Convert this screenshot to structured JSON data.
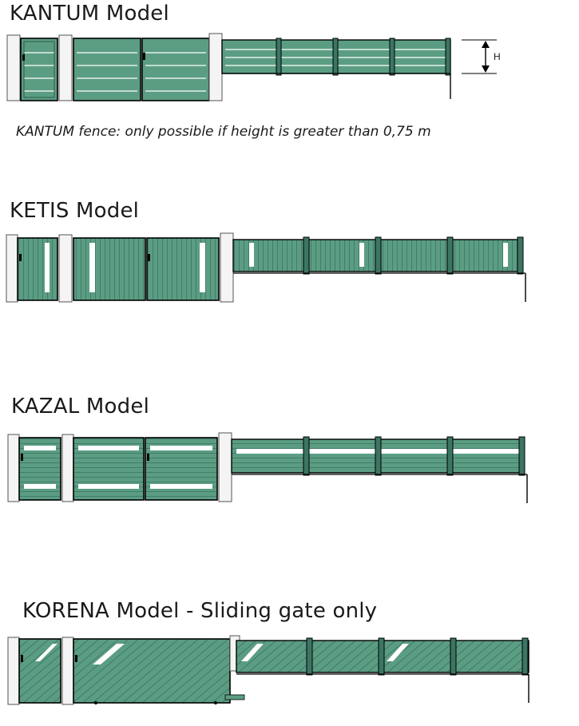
{
  "colors": {
    "panel": "#5b9d83",
    "panel_dark": "#3c7563",
    "frame": "#2d5a4b",
    "outline": "#000000",
    "pillar": "#f4f4f4",
    "wall": "#ffffff"
  },
  "sections": [
    {
      "title": "KANTUM Model",
      "style": "horizontal-slats",
      "note": "KANTUM fence: only possible if height is greater than 0,75 m",
      "height_label": "H"
    },
    {
      "title": "KETIS Model",
      "style": "vertical-slats-with-openings"
    },
    {
      "title": "KAZAL Model",
      "style": "horizontal-slats-with-openings"
    },
    {
      "title": "KORENA Model - Sliding gate only",
      "style": "diagonal-slats-with-openings"
    }
  ]
}
